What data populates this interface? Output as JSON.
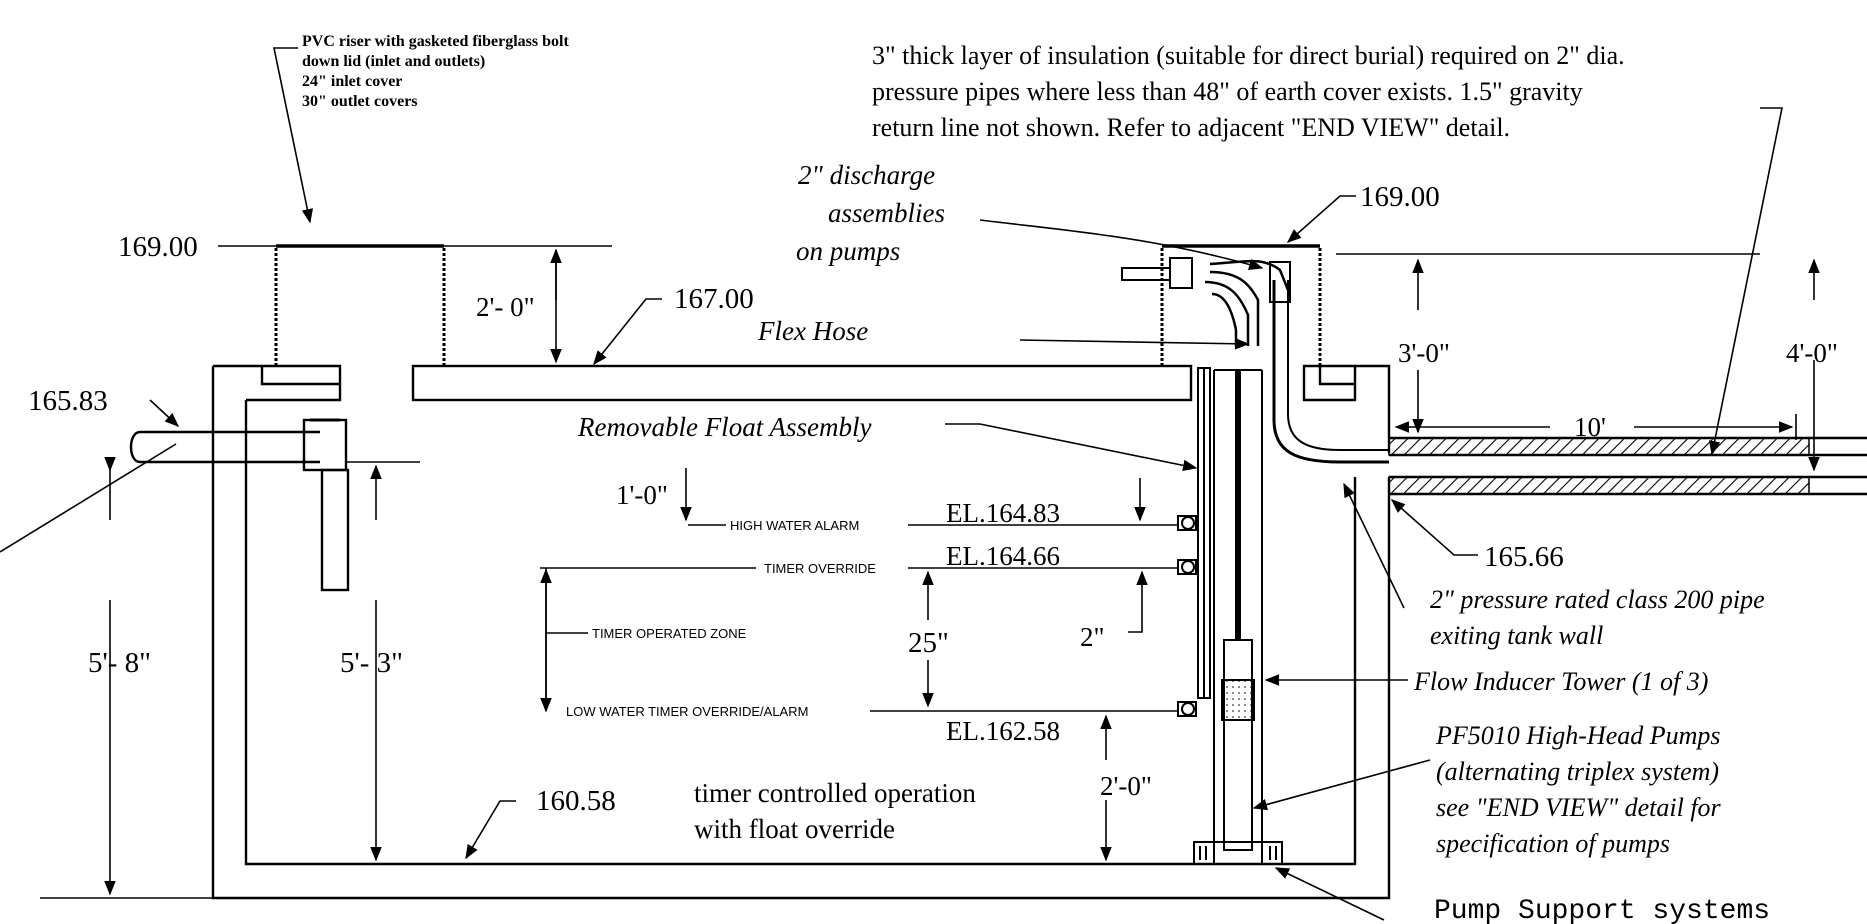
{
  "notes": {
    "riser": [
      "PVC riser with gasketed fiberglass bolt",
      "down lid (inlet and outlets)",
      "24\" inlet cover",
      "30\" outlet covers"
    ],
    "insulation": [
      "3\" thick layer of insulation (suitable for direct burial) required on 2\" dia.",
      "pressure pipes where less than 48\" of earth cover exists.  1.5\" gravity",
      "return line not shown.  Refer to adjacent \"END VIEW\" detail."
    ],
    "discharge": [
      "2\" discharge",
      "assemblies",
      "on pumps"
    ],
    "flex_hose": "Flex Hose",
    "float_assembly": "Removable Float Assembly",
    "pressure_pipe": [
      "2\" pressure rated class 200 pipe",
      "exiting tank wall"
    ],
    "flow_inducer": "Flow Inducer Tower  (1 of 3)",
    "pumps": [
      "PF5010 High-Head Pumps",
      "(alternating triplex system)",
      "see  \"END VIEW\" detail for",
      "specification of pumps"
    ],
    "timer_control": [
      "timer controlled operation",
      "with float override"
    ],
    "pump_support": "Pump Support systems"
  },
  "elevations": {
    "riser_top_left": "169.00",
    "riser_top_right": "169.00",
    "lid_top": "167.00",
    "inlet": "165.83",
    "outlet_pipe": "165.66",
    "tank_bottom": "160.58",
    "high_water": "EL.164.83",
    "timer_override": "EL.164.66",
    "low_water": "EL.162.58"
  },
  "dimensions": {
    "riser_height": "2'- 0\"",
    "right_riser": "3'-0\"",
    "earth_cover": "4'-0\"",
    "pipe_length": "10'",
    "high_water_gap": "1'-0\"",
    "timer_zone": "25\"",
    "override_gap": "2\"",
    "low_water_height": "2'-0\"",
    "tank_outer_height": "5'- 8\"",
    "tank_inner_height": "5'- 3\""
  },
  "float_levels": {
    "high_water_alarm": "HIGH WATER ALARM",
    "timer_override": "TIMER OVERRIDE",
    "timer_operated_zone": "TIMER OPERATED ZONE",
    "low_water": "LOW WATER TIMER OVERRIDE/ALARM"
  }
}
